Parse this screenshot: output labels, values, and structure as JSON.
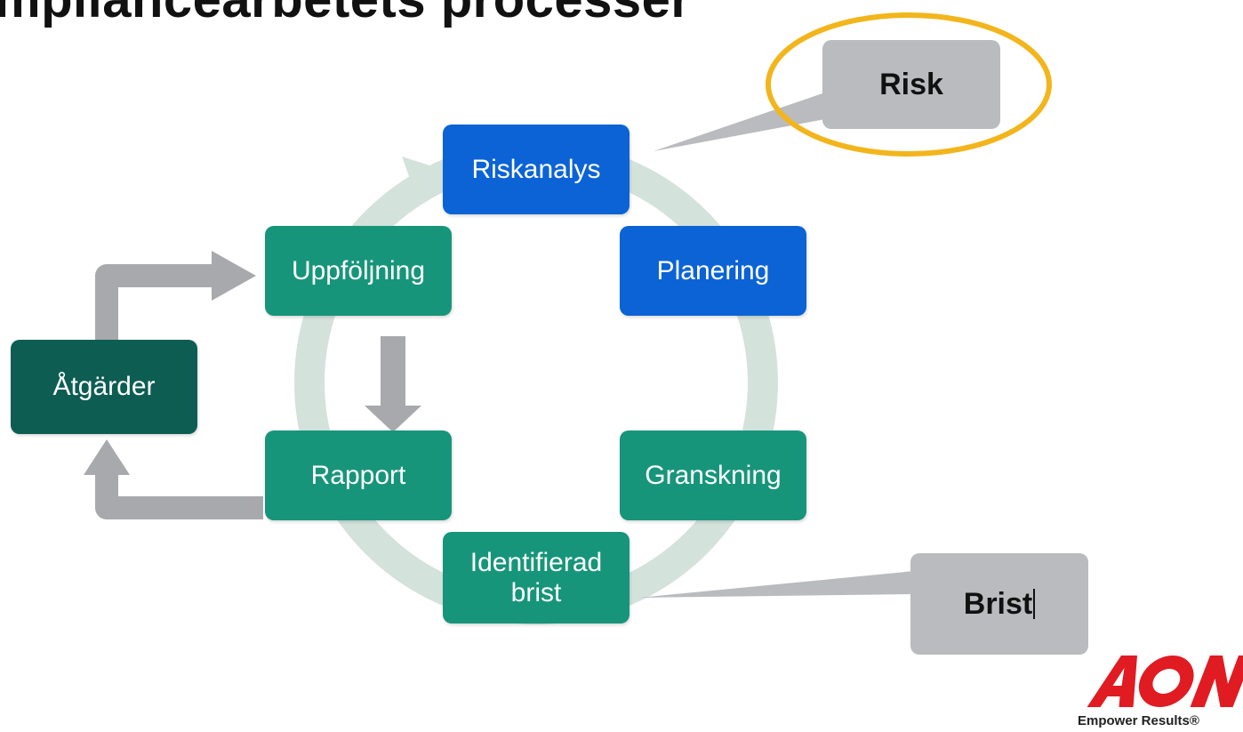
{
  "title": "mpliancearbetets processer",
  "nodes": {
    "riskanalys": "Riskanalys",
    "planering": "Planering",
    "uppfoljning": "Uppföljning",
    "atgarder": "Åtgärder",
    "rapport": "Rapport",
    "granskning": "Granskning",
    "identifierad_brist": "Identifierad brist"
  },
  "callouts": {
    "risk": "Risk",
    "brist": "Brist"
  },
  "brand": {
    "logo": "AON",
    "tagline": "Empower Results®"
  },
  "colors": {
    "blue_node": "#0b63d6",
    "green_node": "#17957a",
    "dark_node": "#0e5d52",
    "cycle_ring": "#d4e2dc",
    "grey_arrow": "#a7a9ac",
    "callout_fill": "#b9bbbe",
    "highlight_ring": "#f2b51c",
    "logo_red": "#e11b22"
  }
}
